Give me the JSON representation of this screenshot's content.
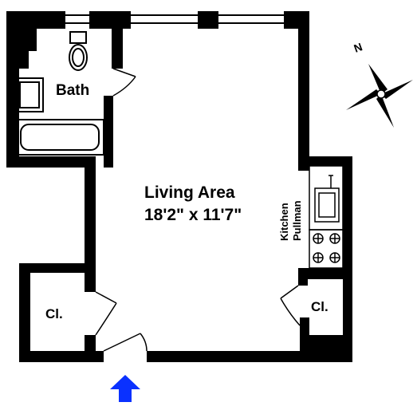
{
  "rooms": {
    "bath": "Bath",
    "living_area": "Living Area",
    "living_dims": "18'2\" x 11'7\"",
    "kitchen_line1": "Pullman",
    "kitchen_line2": "Kitchen",
    "closet_left": "Cl.",
    "closet_right": "Cl."
  },
  "compass": {
    "north_label": "N",
    "icon": "compass-rose-icon"
  },
  "entry": {
    "icon": "entry-arrow-icon",
    "color": "#0a31ff"
  },
  "colors": {
    "wall": "#000000",
    "fixture_stroke": "#000000",
    "background": "#ffffff"
  }
}
